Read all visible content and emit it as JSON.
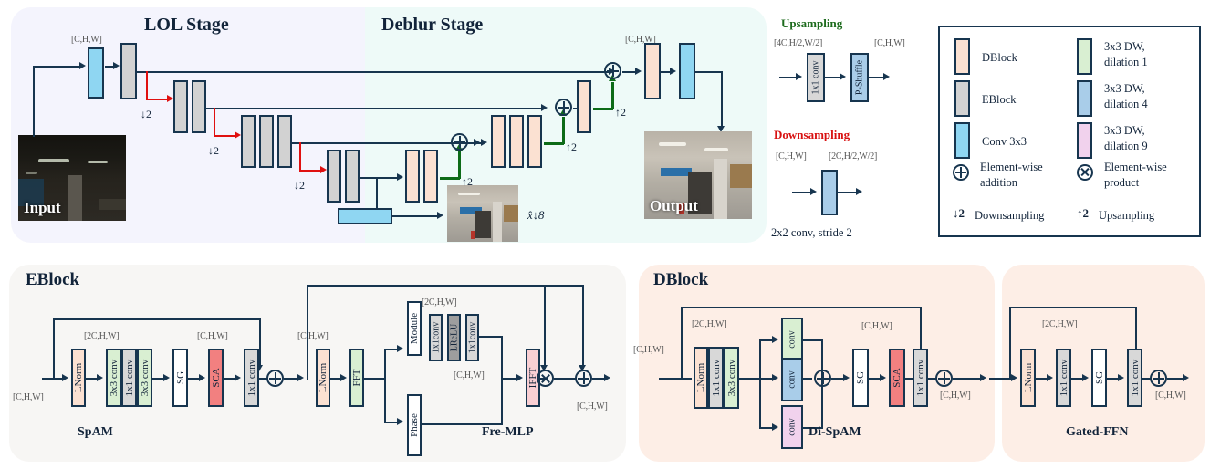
{
  "figure": {
    "stages": {
      "lol": "LOL Stage",
      "deblur": "Deblur Stage"
    },
    "dims": {
      "chw": "[C,H,W]",
      "c2hw": "[2C,H,W]",
      "up_in": "[4C,H/2,W/2]",
      "down_out": "[2C,H/2,W/2]"
    },
    "photos": {
      "input": "Input",
      "output": "Output",
      "downscaled": "x̂↓8"
    },
    "sampling_marks": {
      "down": "↓2",
      "up": "↑2"
    }
  },
  "upsampling": {
    "title": "Upsampling",
    "in_dim": "[4C,H/2,W/2]",
    "out_dim": "[C,H,W]",
    "blocks": [
      "1x1 conv",
      "P-Shuffle"
    ]
  },
  "downsampling": {
    "title": "Downsampling",
    "in_dim": "[C,H,W]",
    "out_dim": "[2C,H/2,W/2]",
    "caption": "2x2 conv, stride 2"
  },
  "legend": {
    "left": [
      {
        "label": "DBlock",
        "color": "#fbe1d2"
      },
      {
        "label": "EBlock",
        "color": "#d2d2d2"
      },
      {
        "label": "Conv 3x3",
        "color": "#8fd6f2"
      }
    ],
    "right": [
      {
        "label": "3x3 DW,\ndilation 1",
        "line1": "3x3 DW,",
        "line2": "dilation 1",
        "color": "#d9efd2"
      },
      {
        "label": "3x3 DW,\ndilation 4",
        "line1": "3x3 DW,",
        "line2": "dilation 4",
        "color": "#a9cde9"
      },
      {
        "label": "3x3 DW,\ndilation 9",
        "line1": "3x3 DW,",
        "line2": "dilation 9",
        "color": "#f1d2ed"
      }
    ],
    "ops": [
      {
        "icon": "plus-circle-icon",
        "line1": "Element-wise",
        "line2": "addition"
      },
      {
        "icon": "times-circle-icon",
        "line1": "Element-wise",
        "line2": "product"
      }
    ],
    "arrows": [
      {
        "mark": "↓2",
        "label": "Downsampling"
      },
      {
        "mark": "↑2",
        "label": "Upsampling"
      }
    ]
  },
  "eblock": {
    "title": "EBlock",
    "spam": {
      "title": "SpAM",
      "in_dim": "[C,H,W]",
      "mid_dim": "[2C,H,W]",
      "out_dim": "[C,H,W]",
      "blocks": [
        "LNorm",
        "3x3 conv",
        "1x1 conv",
        "3x3 conv",
        "SG",
        "SCA",
        "1x1 conv"
      ]
    },
    "fremlp": {
      "title": "Fre-MLP",
      "in_dim": "[C,H,W]",
      "mid_dim": "[2C,H,W]",
      "branch_dim": "[C,H,W]",
      "out_dim": "[C,H,W]",
      "blocks": [
        "LNorm",
        "FFT",
        "Module",
        "Phase",
        "1x1conv",
        "LReLU",
        "1x1conv",
        "IFFT"
      ]
    }
  },
  "dblock": {
    "title": "DBlock",
    "dispam": {
      "title": "Di-SpAM",
      "in_dim": "[C,H,W]",
      "mid_dim": "[2C,H,W]",
      "skip_dim": "[C,H,W]",
      "out_dim": "[C,H,W]",
      "blocks": [
        "LNorm",
        "1x1 conv",
        "3x3 conv",
        "conv",
        "conv",
        "conv",
        "SG",
        "SCA",
        "1x1 conv"
      ]
    },
    "gffn": {
      "title": "Gated-FFN",
      "mid_dim": "[2C,H,W]",
      "out_dim": "[C,H,W]",
      "blocks": [
        "LNorm",
        "1x1 conv",
        "SG",
        "1x1 conv"
      ]
    }
  },
  "colors": {
    "dblock": "#fbe1d2",
    "eblock": "#d2d2d2",
    "conv3x3": "#8fd6f2",
    "dw1": "#d9efd2",
    "dw4": "#a9cde9",
    "dw9": "#f1d2ed",
    "sca": "#f28080",
    "ifft": "#f9cfd3",
    "lnorm": "#fbe1d2",
    "gray_conv": "#d8d8d8",
    "lrelu": "#9e9e9e",
    "white": "#ffffff",
    "stroke": "#17354f",
    "down_arrow": "#e01010",
    "up_arrow": "#0d6b18"
  }
}
